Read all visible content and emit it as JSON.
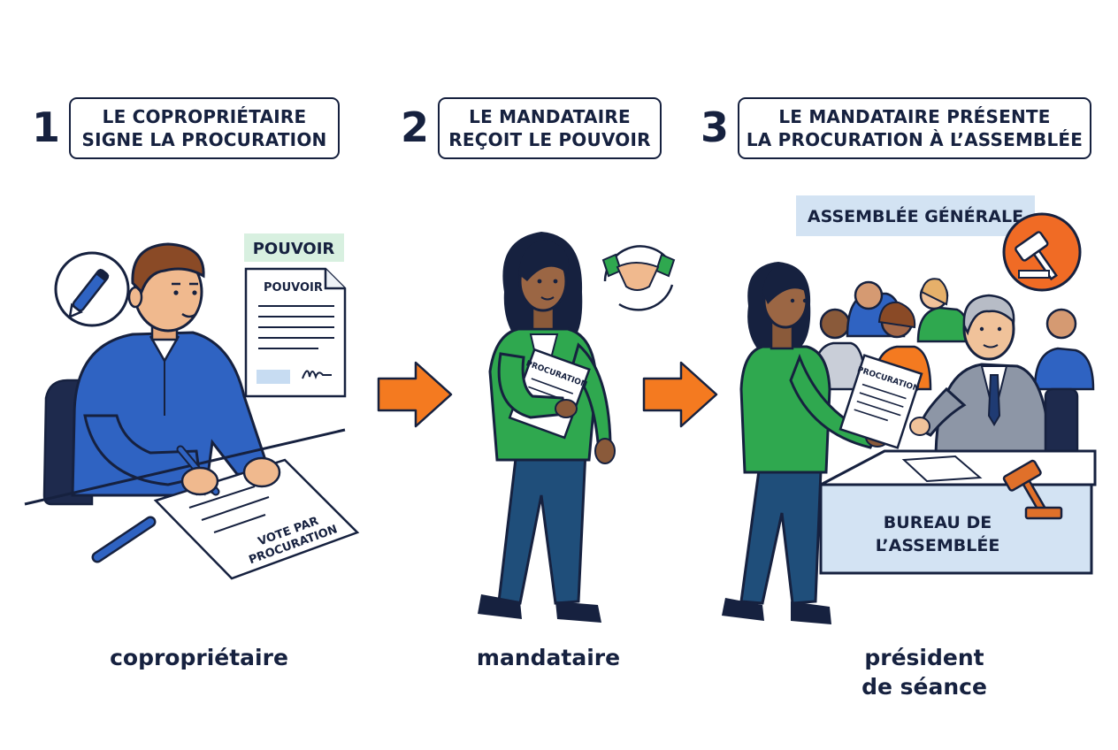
{
  "steps": [
    {
      "number": "1",
      "line1": "LE COPROPRIÉTAIRE",
      "line2": "SIGNE LA PROCURATION"
    },
    {
      "number": "2",
      "line1": "LE MANDATAIRE",
      "line2": "REÇOIT LE POUVOIR"
    },
    {
      "number": "3",
      "line1": "LE MANDATAIRE PRÉSENTE",
      "line2": "LA PROCURATION À L’ASSEMBLÉE"
    }
  ],
  "scene1": {
    "badge": "POUVOIR",
    "doc_title": "POUVOIR",
    "paper_line1": "VOTE PAR",
    "paper_line2": "PROCURATION"
  },
  "scene2": {
    "paper_label": "PROCURATION"
  },
  "scene3": {
    "banner": "ASSEMBLÉE GÉNÉRALE",
    "paper_label": "PROCURATION",
    "desk_line1": "BUREAU DE",
    "desk_line2": "L’ASSEMBLÉE"
  },
  "roles": [
    {
      "line1": "copropriétaire"
    },
    {
      "line1": "mandataire"
    },
    {
      "line1": "président",
      "line2": "de séance"
    }
  ],
  "colors": {
    "navy": "#16213f",
    "arrow": "#f47a20",
    "green_badge": "#d8f0e0",
    "blue_banner": "#d3e3f3",
    "gavel_circle": "#f06b25",
    "jacket_green": "#2fa84f",
    "shirt_blue": "#2f63c2"
  }
}
